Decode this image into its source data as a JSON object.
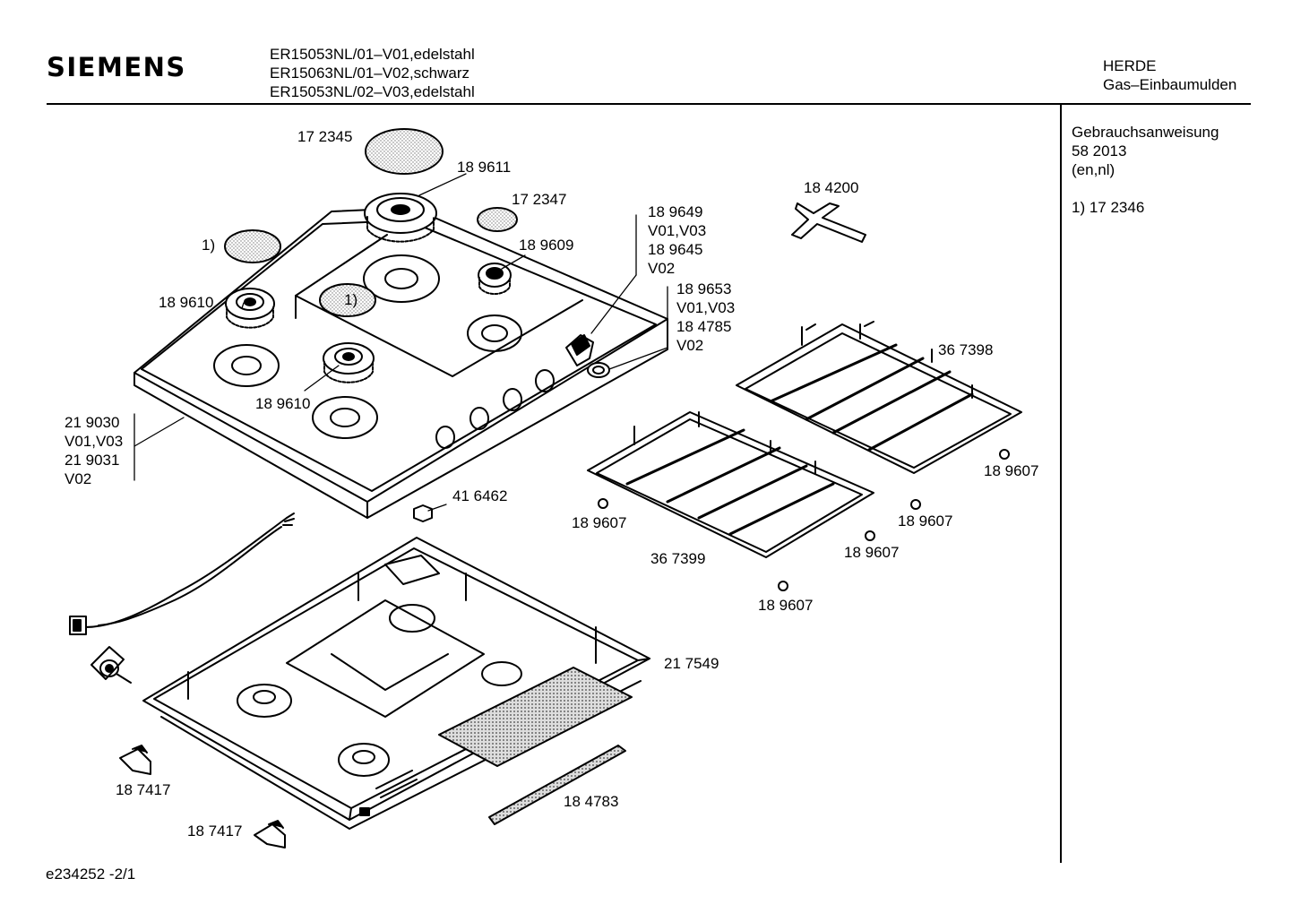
{
  "header": {
    "brand": "SIEMENS",
    "models": [
      "ER15053NL/01–V01,edelstahl",
      "ER15063NL/01–V02,schwarz",
      "ER15053NL/02–V03,edelstahl"
    ],
    "category": [
      "HERDE",
      "Gas–Einbaumulden"
    ]
  },
  "sidebar": {
    "doc_title": "Gebrauchsanweisung",
    "doc_number": "58 2013",
    "doc_langs": "(en,nl)",
    "footnote": "1)  17 2346"
  },
  "footer": {
    "code": "e234252   -2/1"
  },
  "parts": {
    "p172345": "17 2345",
    "p189611": "18 9611",
    "p172347": "17 2347",
    "note1a": "1)",
    "note1b": "1)",
    "p189609": "18 9609",
    "p189610a": "18 9610",
    "p189610b": "18 9610",
    "knob": [
      "18 9649",
      "V01,V03",
      "18 9645",
      "V02"
    ],
    "ring": [
      "18 9653",
      "V01,V03",
      "18 4785",
      "V02"
    ],
    "p184200": "18 4200",
    "p367398": "36 7398",
    "p367399": "36 7399",
    "top": [
      "21 9030",
      "V01,V03",
      "21 9031",
      "V02"
    ],
    "p416462": "41 6462",
    "p189607a": "18 9607",
    "p189607b": "18 9607",
    "p189607c": "18 9607",
    "p189607d": "18 9607",
    "p189607e": "18 9607",
    "p217549": "21 7549",
    "p187417a": "18 7417",
    "p187417b": "18 7417",
    "p184783": "18 4783"
  }
}
